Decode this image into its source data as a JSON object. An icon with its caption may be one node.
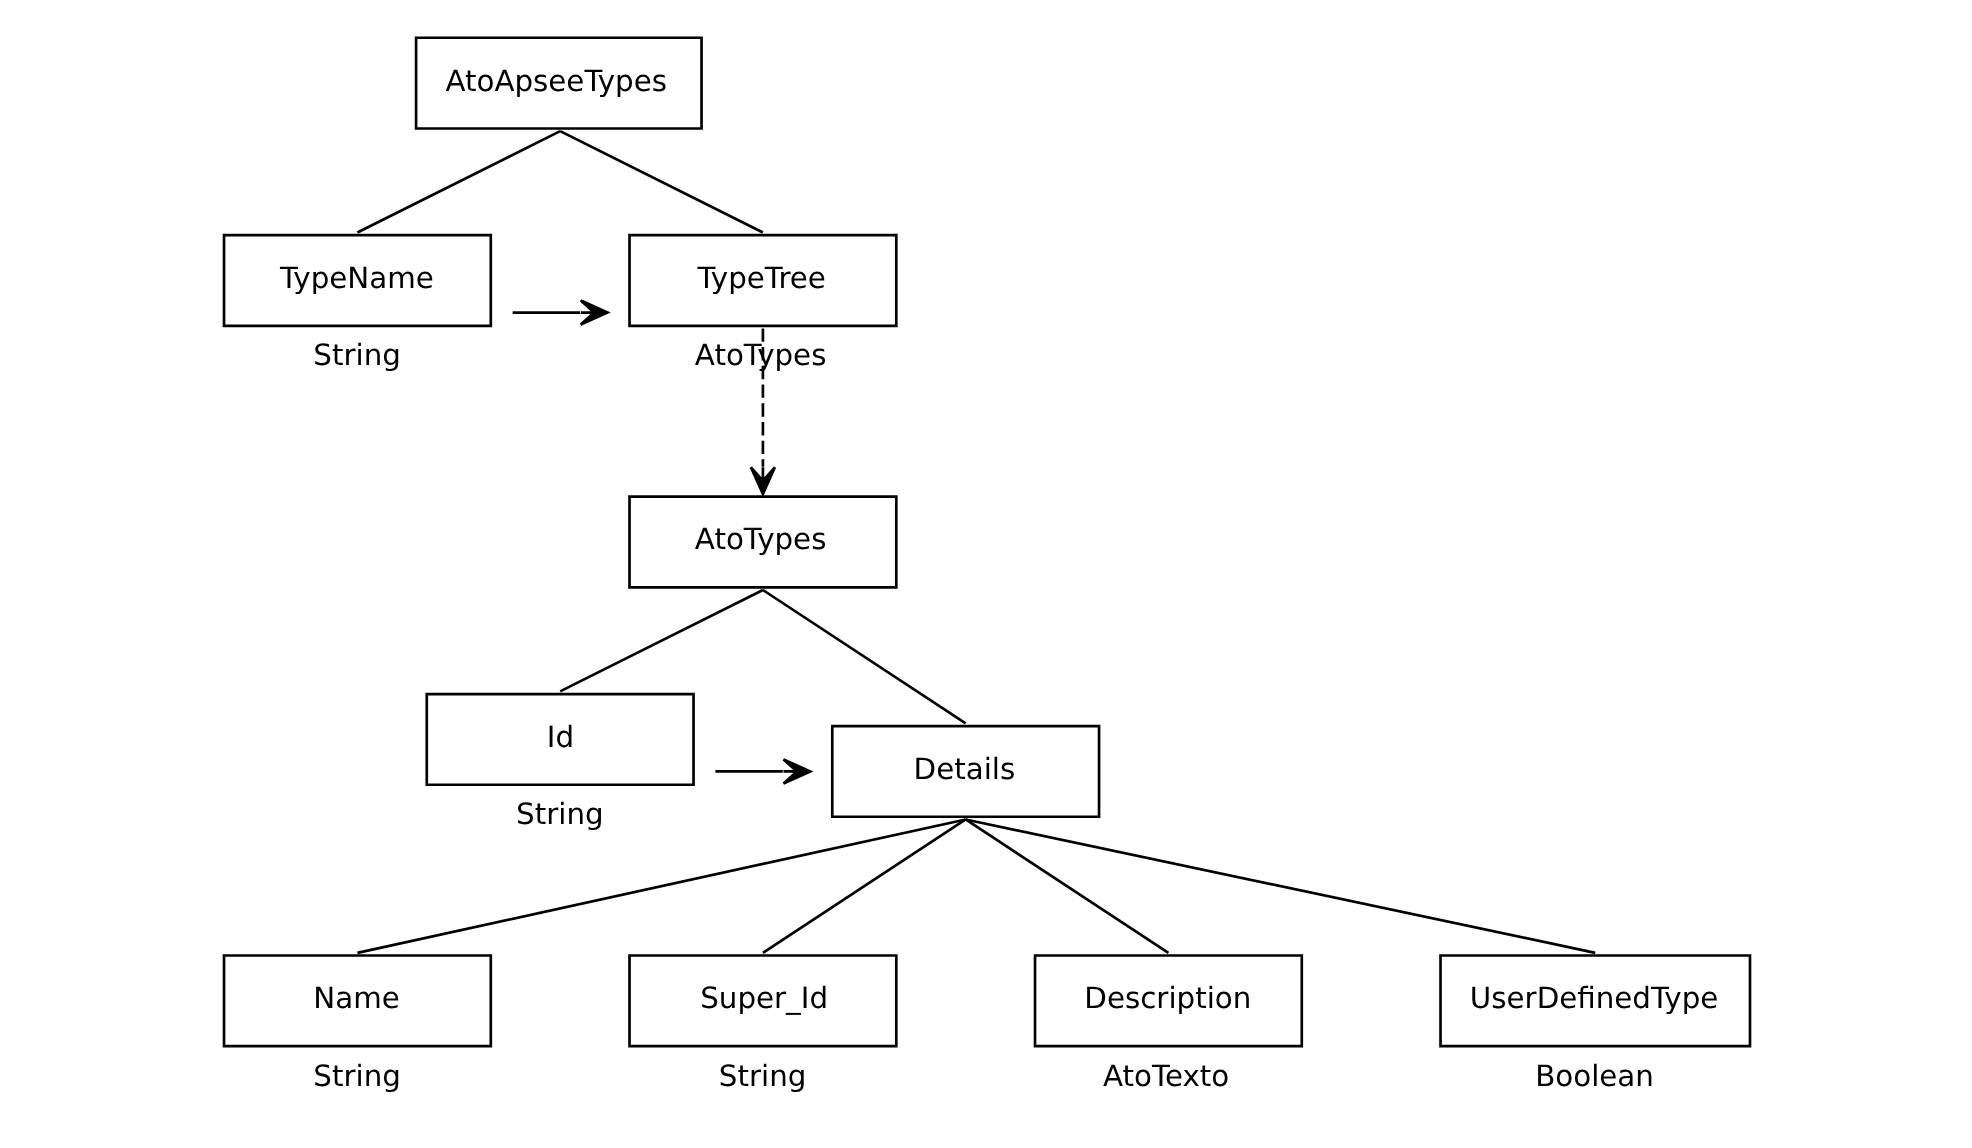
{
  "diagram": {
    "nodes": [
      {
        "text": [
          "AtoApseeTypes"
        ]
      },
      {
        "text": [
          "TypeName"
        ],
        "beside": [
          "String"
        ]
      },
      {
        "text": [
          "TypeTree"
        ],
        "beside": [
          "AtoTypes"
        ]
      },
      {
        "text": [
          "AtoTypes"
        ]
      },
      {
        "text": [
          "Id"
        ],
        "beside": [
          "String"
        ]
      },
      {
        "text": [
          "Details"
        ]
      },
      {
        "text": [
          "Name"
        ],
        "beside": [
          "String"
        ]
      },
      {
        "text": [
          "Super_Id"
        ],
        "beside": [
          "String"
        ]
      },
      {
        "text": [
          "Description"
        ],
        "beside": [
          "AtoTexto"
        ]
      },
      {
        "text": [
          "UserDefinedType"
        ],
        "beside": [
          "Boolean"
        ]
      }
    ],
    "edges": [
      {
        "from": 0,
        "to": 1,
        "arrow": "none"
      },
      {
        "from": 0,
        "to": 2,
        "arrow": "none"
      },
      {
        "from": 1,
        "to": 2,
        "arrow": "to"
      },
      {
        "from": 2,
        "to": 3,
        "arrow": "to",
        "style": "dashed"
      },
      {
        "from": 3,
        "to": 4,
        "arrow": "none"
      },
      {
        "from": 3,
        "to": 5,
        "arrow": "none"
      },
      {
        "from": 4,
        "to": 5,
        "arrow": "to"
      },
      {
        "from": 5,
        "to": 6,
        "arrow": "none"
      },
      {
        "from": 5,
        "to": 7,
        "arrow": "none"
      },
      {
        "from": 5,
        "to": 8,
        "arrow": "none"
      },
      {
        "from": 5,
        "to": 9,
        "arrow": "none"
      }
    ]
  }
}
